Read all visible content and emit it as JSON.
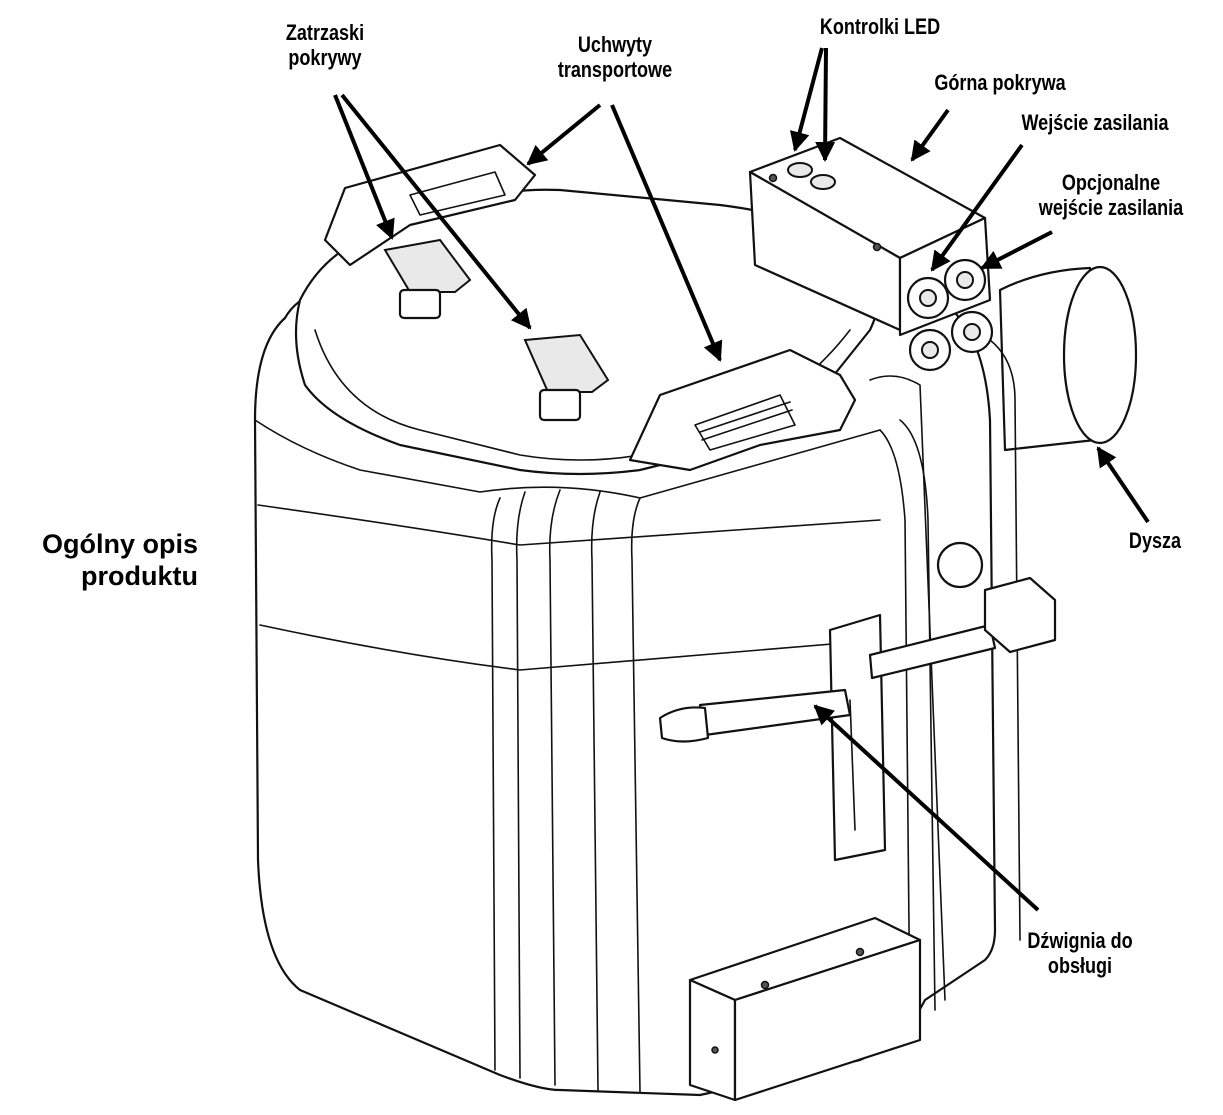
{
  "title": "Ogólny opis\nproduktu",
  "labels": {
    "lid_latches": "Zatrzaski\npokrywy",
    "transport_handles": "Uchwyty\ntransportowe",
    "led_indicators": "Kontrolki LED",
    "top_cover": "Górna pokrywa",
    "power_input": "Wejście zasilania",
    "optional_power_input": "Opcjonalne\nwejście zasilania",
    "nozzle": "Dysza",
    "operating_lever": "Dźwignia do\nobsługi"
  }
}
